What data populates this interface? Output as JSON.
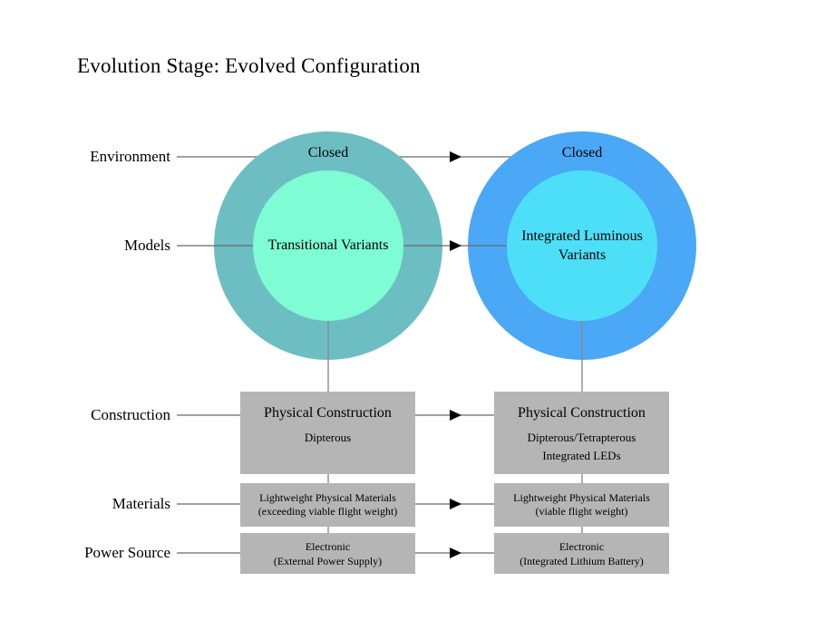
{
  "title": "Evolution Stage: Evolved Configuration",
  "row_labels": {
    "environment": "Environment",
    "models": "Models",
    "construction": "Construction",
    "materials": "Materials",
    "power_source": "Power Source"
  },
  "columns": [
    {
      "name": "transitional",
      "environment": "Closed",
      "model": "Transitional Variants",
      "construction_title": "Physical Construction",
      "construction_lines": [
        "Dipterous"
      ],
      "materials_lines": [
        "Lightweight Physical Materials",
        "(exceeding viable flight weight)"
      ],
      "power_lines": [
        "Electronic",
        "(External Power Supply)"
      ]
    },
    {
      "name": "integrated-luminous",
      "environment": "Closed",
      "model": "Integrated Luminous Variants",
      "construction_title": "Physical Construction",
      "construction_lines": [
        "Dipterous/Tetrapterous",
        "Integrated LEDs"
      ],
      "materials_lines": [
        "Lightweight Physical Materials",
        "(viable flight weight)"
      ],
      "power_lines": [
        "Electronic",
        "(Integrated Lithium Battery)"
      ]
    }
  ],
  "colors": {
    "left_outer_circle": "#6dbec3",
    "left_inner_circle": "#7efcd3",
    "right_outer_circle": "#4aa8f6",
    "right_inner_circle": "#4edff8",
    "box_fill": "#b5b5b5",
    "connector_line": "#696969",
    "arrow": "#000000"
  }
}
